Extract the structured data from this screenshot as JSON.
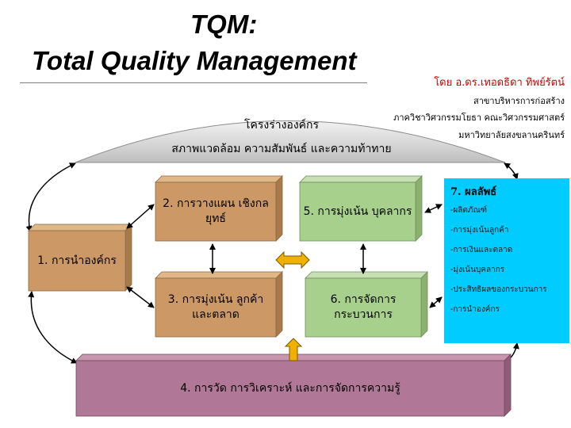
{
  "title": {
    "line1": "TQM:",
    "line2": "Total Quality Management"
  },
  "credit": {
    "author": "โดย  อ.ดร.เทอดธิดา ทิพย์รัตน์",
    "line1": "สาขาบริหารการก่อสร้าง",
    "line2": "ภาควิชาวิศวกรรมโยธา คณะวิศวกรรมศาสตร์",
    "line3": "มหาวิทยาลัยสงขลานครินทร์"
  },
  "arch": {
    "line1": "โครงร่างองค์กร",
    "line2": "สภาพแวดล้อม ความสัมพันธ์ และความท้าทาย"
  },
  "boxes": {
    "leadership": "1. การนำองค์กร",
    "planning": "2. การวางแผน เชิงกลยุทธ์",
    "customer": "3. การมุ่งเน้น ลูกค้าและตลาด",
    "measurement": "4. การวัด การวิเคราะห์ และการจัดการความรู้",
    "workforce": "5. การมุ่งเน้น บุคลากร",
    "process": "6. การจัดการ กระบวนการ"
  },
  "results": {
    "title": "7. ผลลัพธ์",
    "items": [
      "-ผลิตภัณฑ์",
      "-การมุ่งเน้นลูกค้า",
      "-การเงินและตลาด",
      "-มุ่งเน้นบุคลากร",
      "-ประสิทธิผลของกระบวนการ",
      "-การนำองค์กร"
    ]
  },
  "colors": {
    "tan": "#cc9966",
    "green": "#a8d08d",
    "pink": "#b07896",
    "cyan": "#00ccff",
    "arch": "#d9d9d9",
    "orange": "#f0b000"
  }
}
